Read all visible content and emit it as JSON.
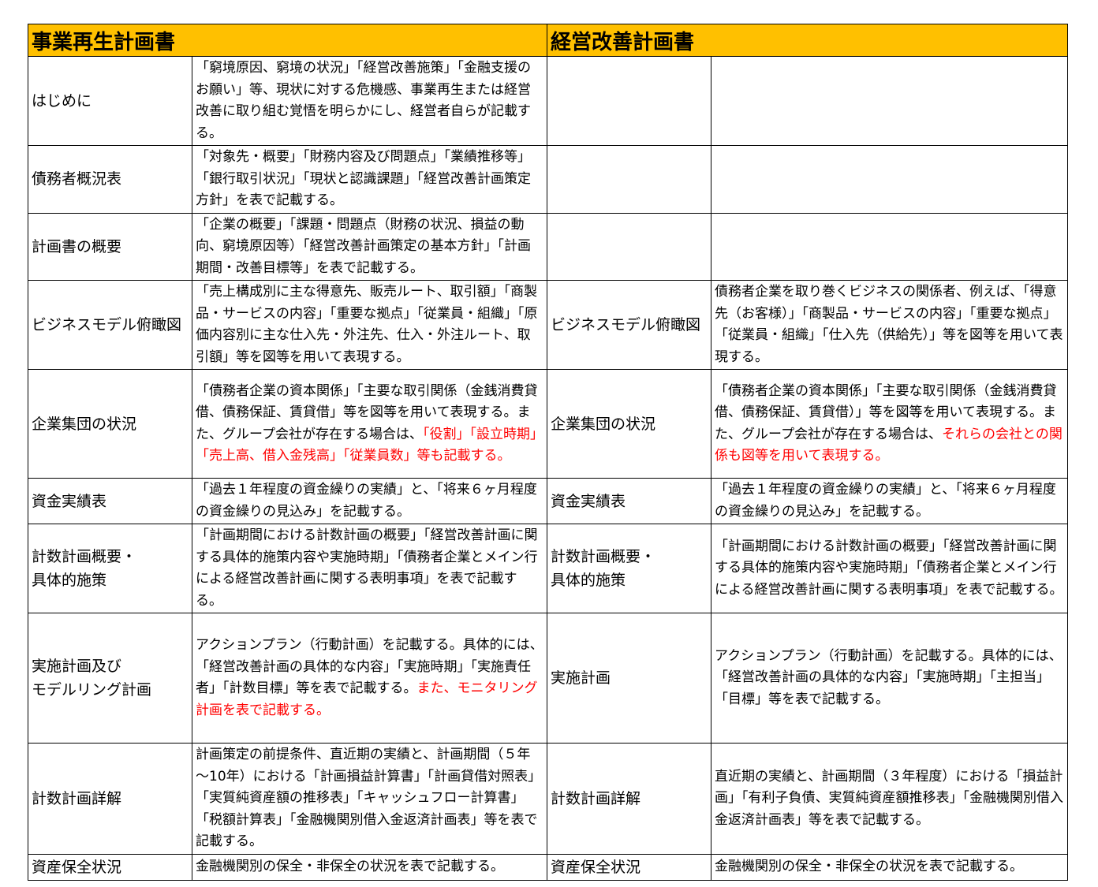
{
  "headers": {
    "left": "事業再生計画書",
    "right": "経営改善計画書"
  },
  "rows": [
    {
      "left_label": "はじめに",
      "left_desc": "「窮境原因、窮境の状況」「経営改善施策」「金融支援のお願い」等、現状に対する危機感、事業再生または経営改善に取り組む覚悟を明らかにし、経営者自らが記載する。",
      "left_desc_red": "",
      "right_label": "",
      "right_desc": "",
      "right_desc_red": ""
    },
    {
      "left_label": "債務者概況表",
      "left_desc": "「対象先・概要」「財務内容及び問題点」「業績推移等」「銀行取引状況」「現状と認識課題」「経営改善計画策定方針」を表で記載する。",
      "left_desc_red": "",
      "right_label": "",
      "right_desc": "",
      "right_desc_red": ""
    },
    {
      "left_label": "計画書の概要",
      "left_desc": "「企業の概要」「課題・問題点（財務の状況、損益の動向、窮境原因等）「経営改善計画策定の基本方針」「計画期間・改善目標等」を表で記載する。",
      "left_desc_red": "",
      "right_label": "",
      "right_desc": "",
      "right_desc_red": ""
    },
    {
      "left_label": "ビジネスモデル俯瞰図",
      "left_desc": "「売上構成別に主な得意先、販売ルート、取引額」「商製品・サービスの内容」「重要な拠点」「従業員・組織」「原価内容別に主な仕入先・外注先、仕入・外注ルート、取引額」等を図等を用いて表現する。",
      "left_desc_red": "",
      "right_label": "ビジネスモデル俯瞰図",
      "right_desc": "債務者企業を取り巻くビジネスの関係者、例えば、「得意先（お客様）」「商製品・サービスの内容」「重要な拠点」「従業員・組織」「仕入先（供給先）」等を図等を用いて表現する。",
      "right_desc_red": ""
    },
    {
      "left_label": "企業集団の状況",
      "left_desc": "「債務者企業の資本関係」「主要な取引関係（金銭消費貸借、債務保証、賃貸借」等を図等を用いて表現する。また、グループ会社が存在する場合は、",
      "left_desc_red": "「役割」「設立時期」「売上高、借入金残高」「従業員数」等も記載する。",
      "right_label": "企業集団の状況",
      "right_desc": "「債務者企業の資本関係」「主要な取引関係（金銭消費貸借、債務保証、賃貸借）」等を図等を用いて表現する。また、グループ会社が存在する場合は、",
      "right_desc_red": "それらの会社との関係も図等を用いて表現する。"
    },
    {
      "left_label": "資金実績表",
      "left_desc": "「過去１年程度の資金繰りの実績」と、「将来６ヶ月程度の資金繰りの見込み」を記載する。",
      "left_desc_red": "",
      "right_label": "資金実績表",
      "right_desc": "「過去１年程度の資金繰りの実績」と、「将来６ヶ月程度の資金繰りの見込み」を記載する。",
      "right_desc_red": ""
    },
    {
      "left_label": "計数計画概要・\n具体的施策",
      "left_desc": "「計画期間における計数計画の概要」「経営改善計画に関する具体的施策内容や実施時期」「債務者企業とメイン行による経営改善計画に関する表明事項」を表で記載する。",
      "left_desc_red": "",
      "right_label": "計数計画概要・\n具体的施策",
      "right_desc": "「計画期間における計数計画の概要」「経営改善計画に関する具体的施策内容や実施時期」「債務者企業とメイン行による経営改善計画に関する表明事項」を表で記載する。",
      "right_desc_red": ""
    },
    {
      "left_label": "実施計画及び\nモデルリング計画",
      "left_desc": "アクションプラン（行動計画）を記載する。具体的には、「経営改善計画の具体的な内容」「実施時期」「実施責任者」「計数目標」等を表で記載する。",
      "left_desc_red": "また、モニタリング計画を表で記載する。",
      "right_label": "実施計画",
      "right_desc": "アクションプラン（行動計画）を記載する。具体的には、「経営改善計画の具体的な内容」「実施時期」「主担当」「目標」等を表で記載する。",
      "right_desc_red": ""
    },
    {
      "left_label": "計数計画詳解",
      "left_desc": "計画策定の前提条件、直近期の実績と、計画期間（５年～10年）における「計画損益計算書」「計画貸借対照表」「実質純資産額の推移表」「キャッシュフロー計算書」「税額計算表」「金融機関別借入金返済計画表」等を表で記載する。",
      "left_desc_red": "",
      "right_label": "計数計画詳解",
      "right_desc": "直近期の実績と、計画期間（３年程度）における「損益計画」「有利子負債、実質純資産額推移表」「金融機関別借入金返済計画表」等を表で記載する。",
      "right_desc_red": ""
    },
    {
      "left_label": "資産保全状況",
      "left_desc": "金融機関別の保全・非保全の状況を表で記載する。",
      "left_desc_red": "",
      "right_label": "資産保全状況",
      "right_desc": "金融機関別の保全・非保全の状況を表で記載する。",
      "right_desc_red": ""
    }
  ]
}
